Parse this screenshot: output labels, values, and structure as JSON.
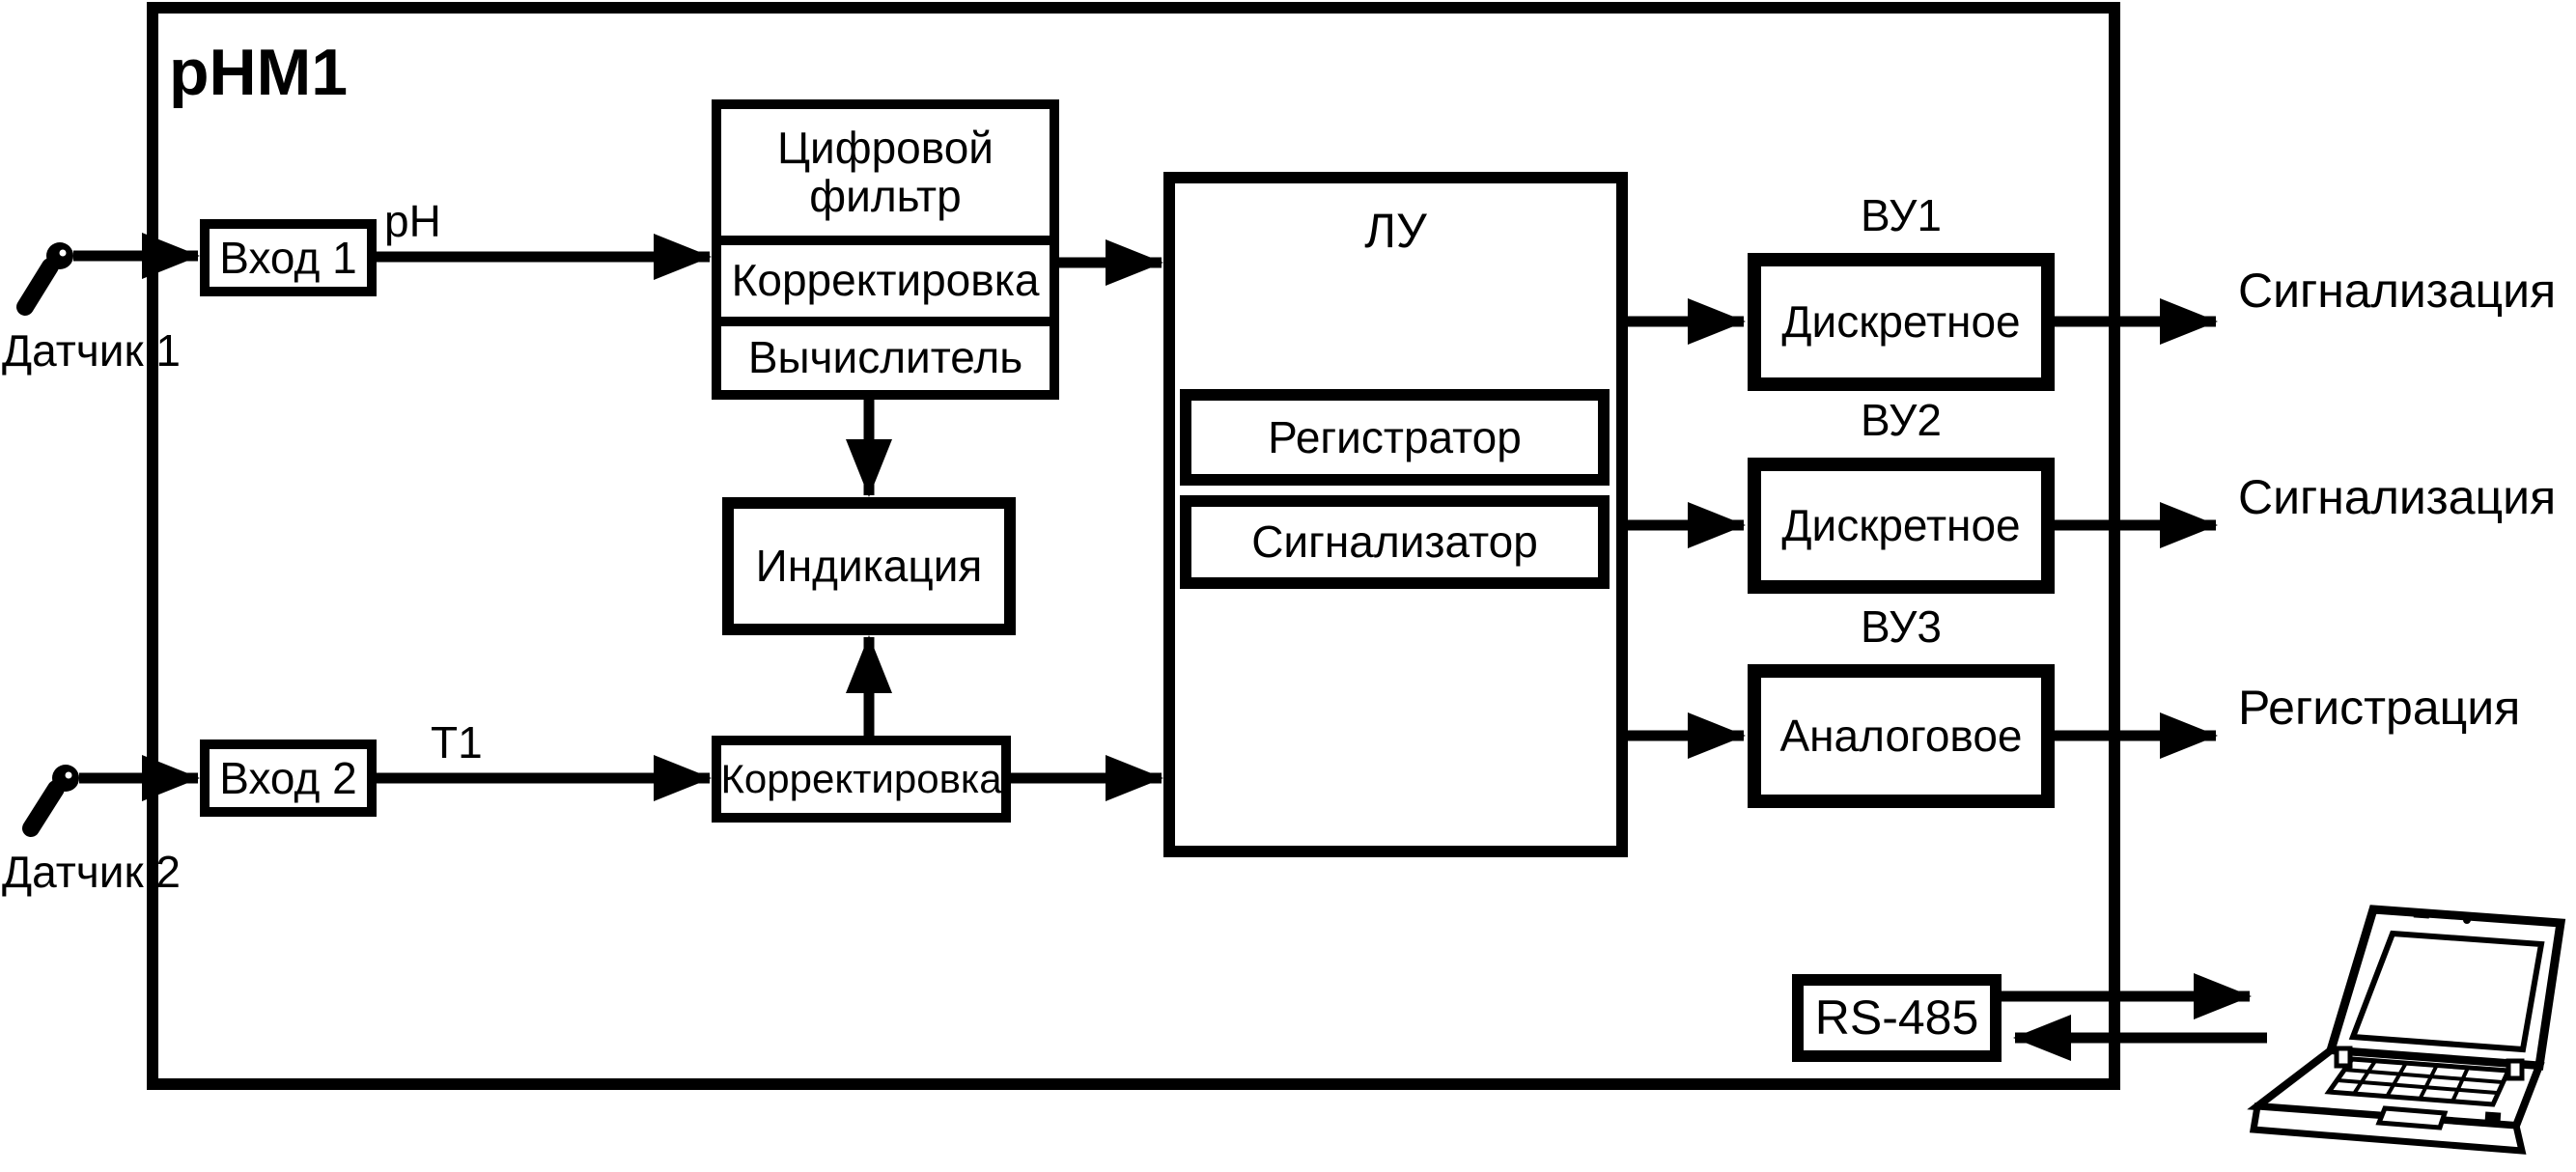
{
  "diagram": {
    "title": "pHM1",
    "sensor1_label": "Датчик 1",
    "sensor2_label": "Датчик 2",
    "input1_label": "Вход 1",
    "input2_label": "Вход 2",
    "signal1_label": "pH",
    "signal2_label": "Т1",
    "filter_label": "Цифровой фильтр",
    "correction1_label": "Корректировка",
    "calculator_label": "Вычислитель",
    "indication_label": "Индикация",
    "correction2_label": "Корректировка",
    "logic_unit_label": "ЛУ",
    "registrar_label": "Регистратор",
    "signalizer_label": "Сигнализатор",
    "output_units": [
      {
        "name": "ВУ1",
        "type": "Дискретное",
        "output": "Сигнализация"
      },
      {
        "name": "ВУ2",
        "type": "Дискретное",
        "output": "Сигнализация"
      },
      {
        "name": "ВУ3",
        "type": "Аналоговое",
        "output": "Регистрация"
      }
    ],
    "interface_label": "RS-485",
    "colors": {
      "line": "#000000",
      "background": "#ffffff"
    }
  }
}
